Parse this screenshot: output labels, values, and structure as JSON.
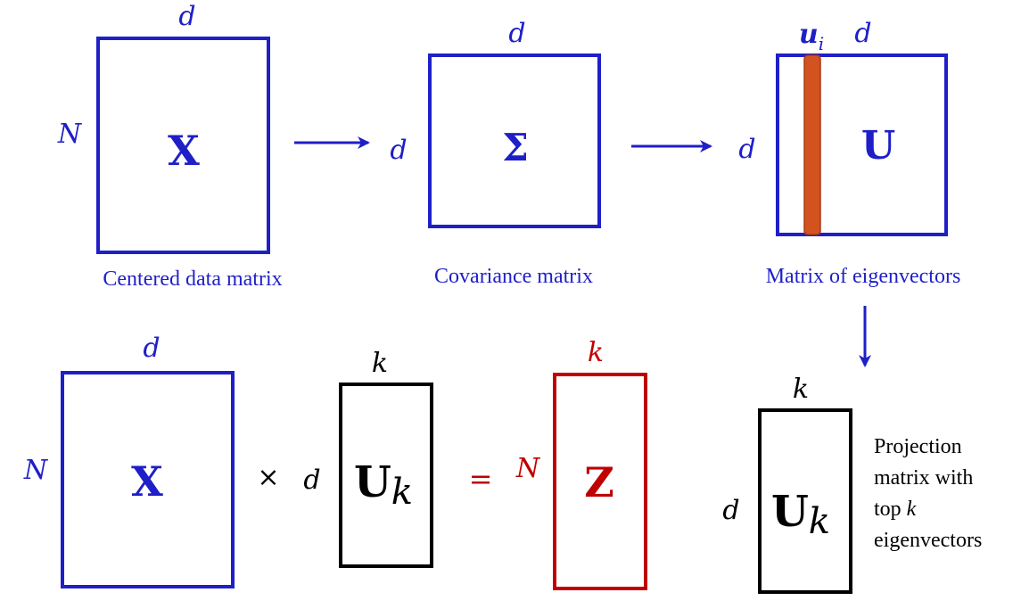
{
  "colors": {
    "blue": "#1f1fc8",
    "red": "#c00000",
    "black": "#000000",
    "eigen_bar": "#d35320"
  },
  "top_row": {
    "x_matrix": {
      "symbol": "X",
      "col_label": "d",
      "row_label": "N",
      "caption": "Centered data matrix"
    },
    "cov_matrix": {
      "symbol": "Σ",
      "col_label": "d",
      "row_label": "d",
      "caption": "Covariance matrix"
    },
    "eig_matrix": {
      "symbol": "U",
      "col_label": "d",
      "vector_label_base": "u",
      "vector_label_sub": "i",
      "row_label": "d",
      "caption": "Matrix of eigenvectors"
    }
  },
  "bottom_row": {
    "x_matrix": {
      "symbol": "X",
      "col_label": "d",
      "row_label": "N"
    },
    "times_sign": "×",
    "uk_matrix": {
      "symbol": "U",
      "subscript": "k",
      "col_label": "k",
      "row_label": "d"
    },
    "equals_sign": "=",
    "z_matrix": {
      "symbol": "Z",
      "col_label": "k",
      "row_label": "N"
    }
  },
  "projection": {
    "symbol": "U",
    "subscript": "k",
    "col_label": "k",
    "row_label": "d",
    "caption_lines": [
      "Projection",
      "matrix with",
      "top ",
      "eigenvectors"
    ],
    "caption_k": "k"
  },
  "icons": [
    "arrow-right-icon",
    "arrow-right-icon",
    "arrow-down-icon"
  ]
}
